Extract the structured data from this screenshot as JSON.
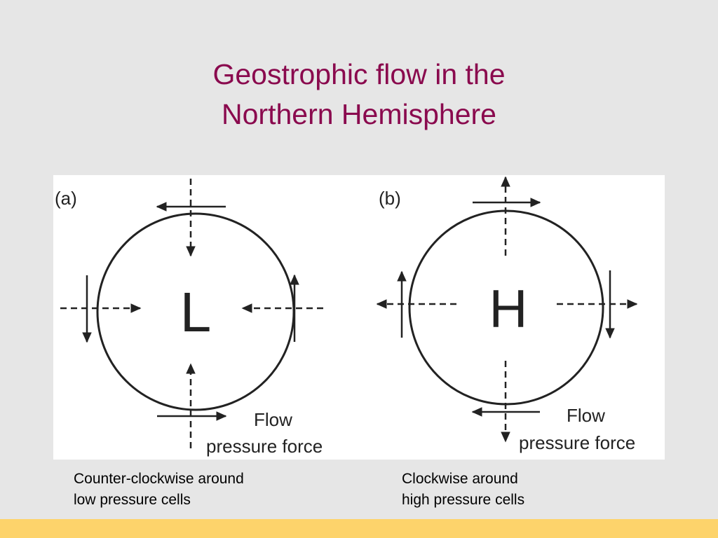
{
  "slide": {
    "title_line1": "Geostrophic flow in the",
    "title_line2": "Northern Hemisphere",
    "title_color": "#8a0a4e",
    "background": "#e6e6e6",
    "footer_color": "#fdd36b"
  },
  "diagram_a": {
    "panel_label": "(a)",
    "center_label": "L",
    "legend_flow": "Flow",
    "legend_pressure": "pressure force"
  },
  "diagram_b": {
    "panel_label": "(b)",
    "center_label": "H",
    "legend_flow": "Flow",
    "legend_pressure": "pressure force"
  },
  "captions": {
    "left_line1": "Counter-clockwise around",
    "left_line2": "low pressure cells",
    "right_line1": "Clockwise around",
    "right_line2": "high pressure cells"
  }
}
